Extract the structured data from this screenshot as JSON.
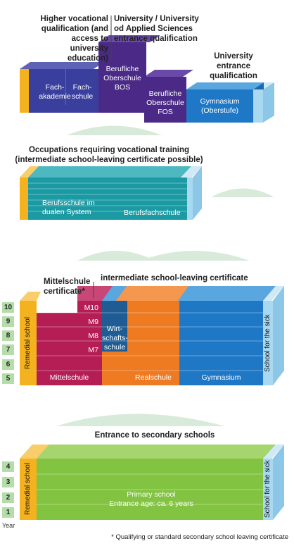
{
  "tier_higher": {
    "caption_left": "Higher vocational qualification (and access to university education)",
    "caption_middle": "University / University od Applied Sciences entrance qualification",
    "caption_right": "University entrance qualification",
    "fachakademie": "Fach-\nakademie",
    "fachschule": "Fach-\nschule",
    "bos": "Berufliche\nOberschule\nBOS",
    "fos": "Berufliche\nOberschule\nFOS",
    "gymnasium_upper": "Gymnasium\n(Oberstufe)"
  },
  "tier_vocational": {
    "caption": "Occupations requiring vocational training\n(intermediate school-leaving certificate possible)",
    "berufsschule": "Berufsschule im\ndualen System",
    "berufsfachschule": "Berufsfachschule"
  },
  "tier_secondary": {
    "caption_mittelschule": "Mittelschule\ncertificate*",
    "caption_intermediate": "intermediate school-leaving certificate",
    "years": [
      "10",
      "9",
      "8",
      "7",
      "6",
      "5"
    ],
    "m_grades": [
      "M10",
      "M9",
      "M8",
      "M7"
    ],
    "wirtschaftsschule": "Wirt-\nschafts-\nschule",
    "mittelschule": "Mittelschule",
    "realschule": "Realschule",
    "gymnasium": "Gymnasium",
    "remedial": "Remedial school",
    "sick": "School for the sick"
  },
  "tier_primary": {
    "caption": "Entrance to secondary schools",
    "years": [
      "4",
      "3",
      "2",
      "1"
    ],
    "primary": "Primary school\nEntrance age: ca. 6 years",
    "remedial": "Remedial school",
    "sick": "School for the sick"
  },
  "year_label": "Year",
  "footnote": "* Qualifying or standard secondary school leaving certificate",
  "colors": {
    "indigo": "#3a3f9e",
    "purple": "#4a2a86",
    "blue": "#1f78c6",
    "teal": "#1b9aa3",
    "crimson": "#b41e54",
    "orange": "#ee7a22",
    "navy": "#1e5c93",
    "green": "#82c341",
    "yellow": "#f5b21f",
    "light_blue": "#a9d8f1",
    "year_green": "#b4ddaa"
  }
}
